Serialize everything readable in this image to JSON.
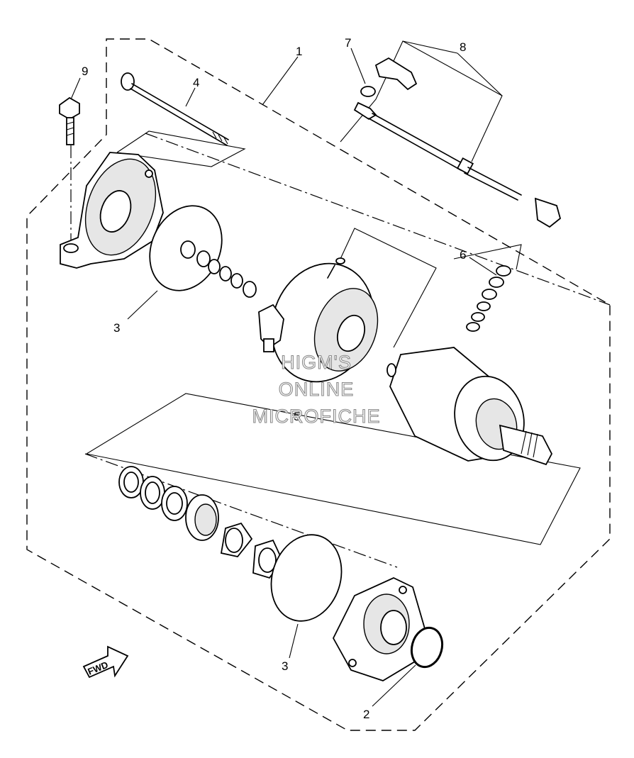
{
  "callouts": {
    "c1": "1",
    "c2": "2",
    "c3a": "3",
    "c3b": "3",
    "c4": "4",
    "c5": "5",
    "c6": "6",
    "c7": "7",
    "c8": "8",
    "c9": "9"
  },
  "watermark": {
    "line1": "HIGM'S",
    "line2": "ONLINE",
    "line3": "MICROFICHE"
  },
  "fwd_label": "FWD"
}
